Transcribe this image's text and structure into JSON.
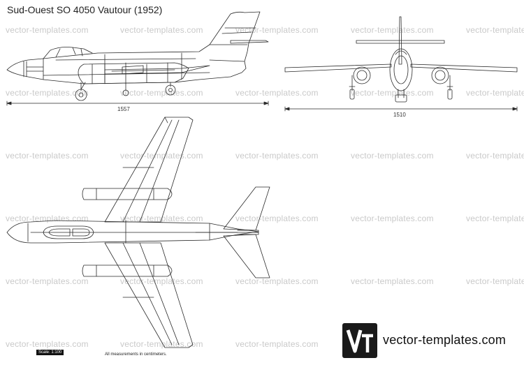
{
  "title": "Sud-Ouest SO 4050 Vautour (1952)",
  "watermark_text": "vector-templates.com",
  "dimensions": {
    "length": "1557",
    "span": "1510"
  },
  "footer": {
    "scale_label": "Scale: 1:100",
    "measure_note": "All measurements in centimeters.",
    "logo_text": "Vt",
    "site": "vector-templates.com"
  },
  "colors": {
    "line": "#2a2a2a",
    "watermark": "#c9c9c9",
    "logo_bg": "#1a1a1a"
  }
}
